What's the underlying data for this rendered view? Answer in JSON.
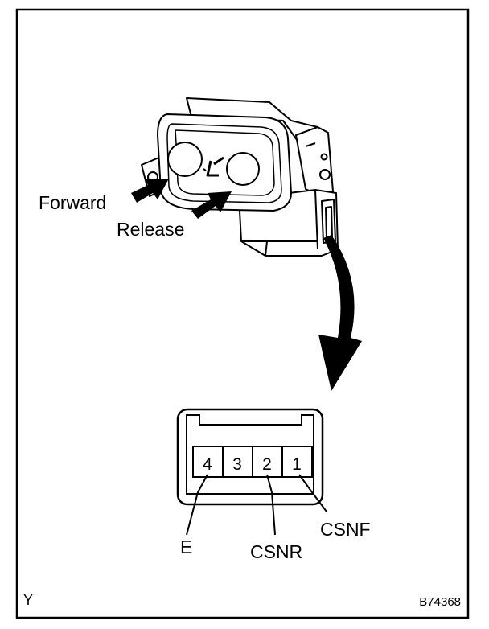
{
  "labels": {
    "forward": "Forward",
    "release": "Release"
  },
  "connector": {
    "pins": [
      "4",
      "3",
      "2",
      "1"
    ],
    "terminals": {
      "e": "E",
      "csnr": "CSNR",
      "csnf": "CSNF"
    }
  },
  "corner": {
    "left": "Y",
    "code": "B74368"
  }
}
